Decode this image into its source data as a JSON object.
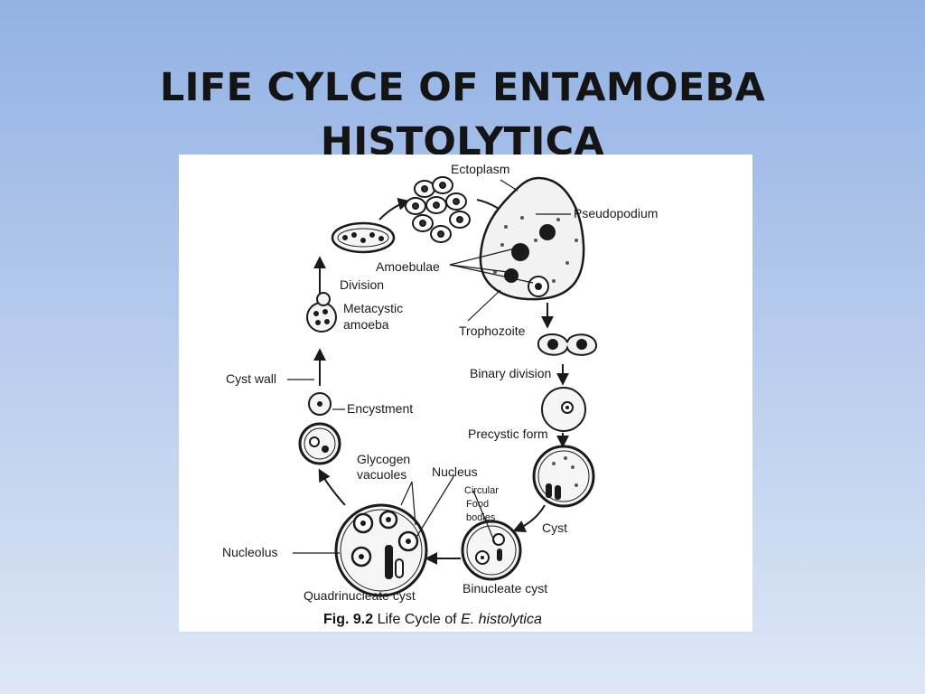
{
  "slide": {
    "title_line1": "LIFE CYLCE OF ENTAMOEBA",
    "title_line2": "HISTOLYTICA"
  },
  "figure": {
    "labels": {
      "ectoplasm": "Ectoplasm",
      "pseudopodium": "Pseudopodium",
      "amoebulae": "Amoebulae",
      "division": "Division",
      "metacystic_1": "Metacystic",
      "metacystic_2": "amoeba",
      "trophozoite": "Trophozoite",
      "binary_division": "Binary division",
      "cyst_wall": "Cyst wall",
      "encystment": "Encystment",
      "precystic_form": "Precystic form",
      "glycogen_1": "Glycogen",
      "glycogen_2": "vacuoles",
      "nucleus": "Nucleus",
      "circular_1": "Circular",
      "circular_2": "Food",
      "circular_3": "bodies",
      "cyst": "Cyst",
      "nucleolus": "Nucleolus",
      "binucleate_cyst": "Binucleate cyst",
      "quadrinucleate_cyst": "Quadrinucleate cyst"
    },
    "caption": {
      "prefix": "Fig. 9.2",
      "text": " Life Cycle of ",
      "species": "E. histolytica"
    }
  },
  "colors": {
    "background_top": "#92b2e4",
    "background_bottom": "#dde7f6",
    "title": "#141414",
    "line_art": "#1a1a1a"
  }
}
